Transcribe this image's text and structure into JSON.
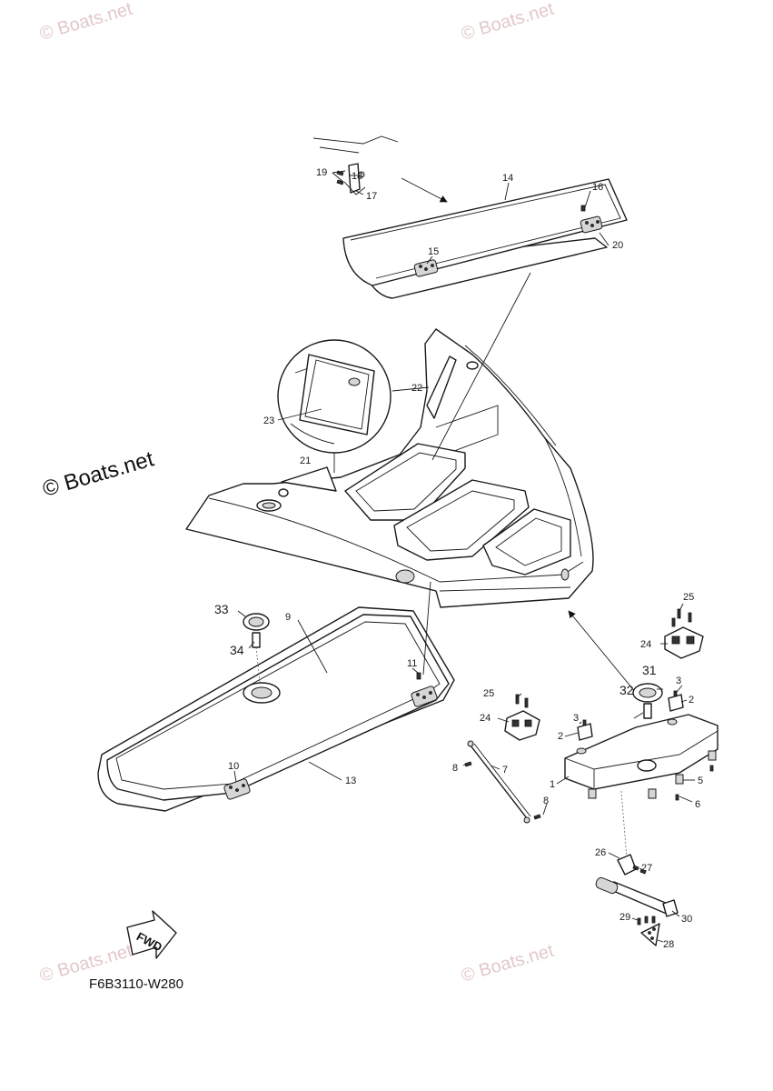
{
  "watermarks": {
    "main": "© Boats.net",
    "corner": "© Boats.net"
  },
  "diagram_code": "F6B3110-W280",
  "fwd_label": "FWD",
  "callouts": {
    "c1": "1",
    "c2": "2",
    "c3": "3",
    "c5": "5",
    "c6": "6",
    "c7": "7",
    "c8": "8",
    "c9": "9",
    "c10": "10",
    "c11": "11",
    "c13": "13",
    "c14": "14",
    "c15": "15",
    "c16": "16",
    "c17": "17",
    "c18": "18",
    "c19": "19",
    "c20": "20",
    "c21": "21",
    "c22": "22",
    "c23": "23",
    "c24": "24",
    "c25": "25",
    "c26": "26",
    "c27": "27",
    "c28": "28",
    "c29": "29",
    "c30": "30",
    "c31": "31",
    "c32": "32",
    "c33": "33",
    "c34": "34"
  }
}
